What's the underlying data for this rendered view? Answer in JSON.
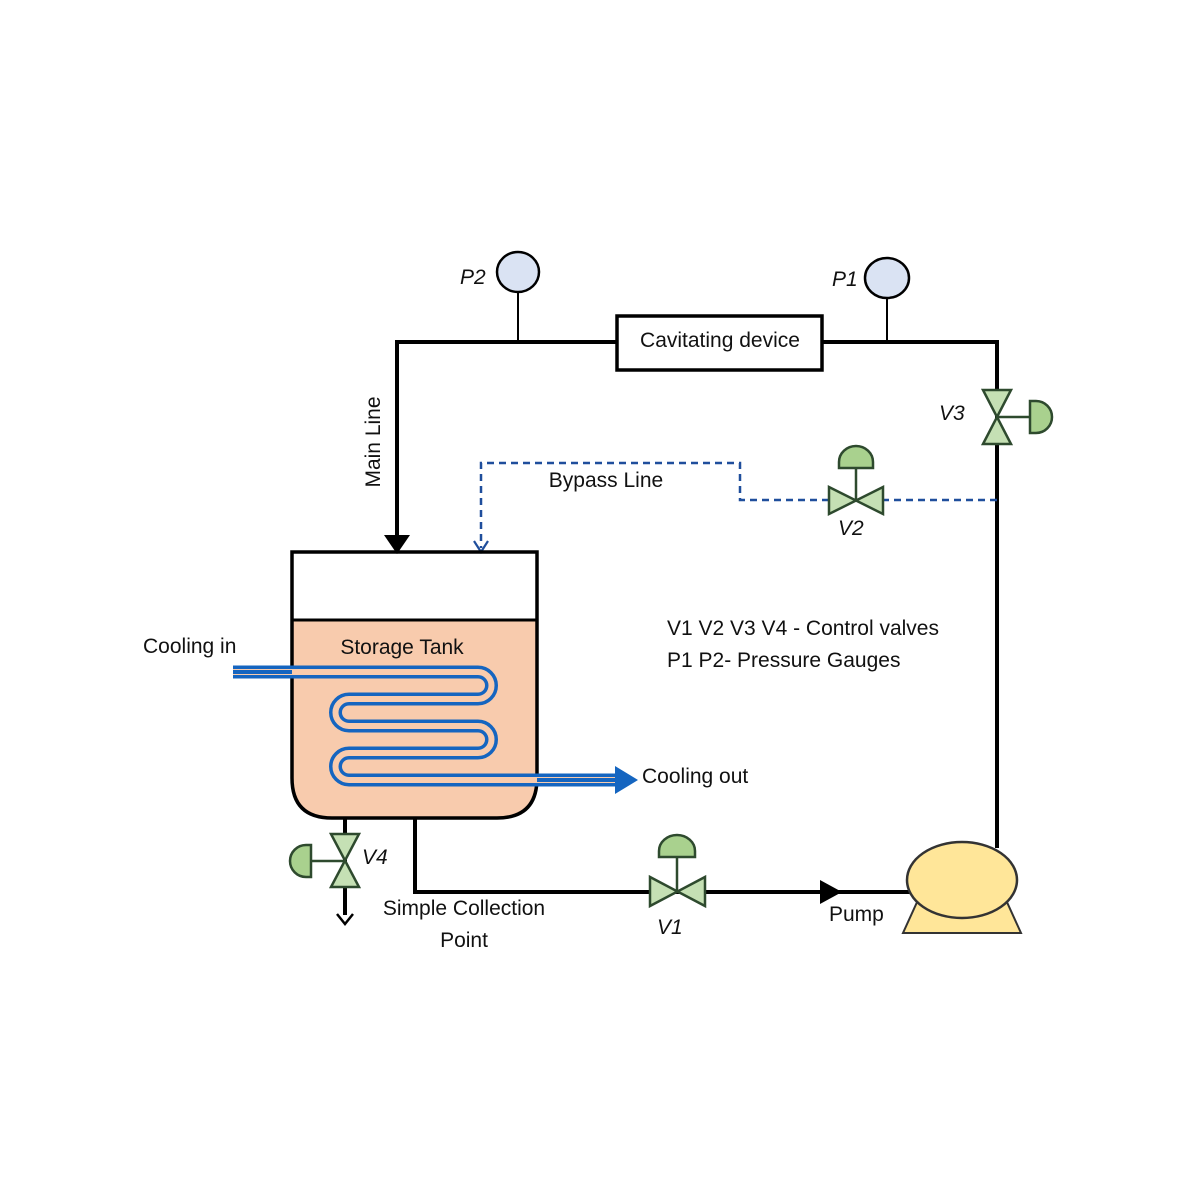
{
  "labels": {
    "cavitating_device": "Cavitating device",
    "main_line": "Main Line",
    "bypass_line": "Bypass Line",
    "storage_tank": "Storage Tank",
    "cooling_in": "Cooling in",
    "cooling_out": "Cooling out",
    "simple_collection_line1": "Simple Collection",
    "simple_collection_line2": "Point",
    "pump": "Pump",
    "legend_valves": "V1 V2 V3 V4 - Control valves",
    "legend_gauges": "P1 P2- Pressure Gauges"
  },
  "gauges": {
    "p1": "P1",
    "p2": "P2"
  },
  "valves": {
    "v1": "V1",
    "v2": "V2",
    "v3": "V3",
    "v4": "V4"
  },
  "colors": {
    "pipe": "#000000",
    "bypass": "#1f4e9c",
    "coil": "#1565c0",
    "tank_liquid": "#f8cbad",
    "valve_body": "#c5e0b4",
    "valve_outline": "#2e4a2e",
    "actuator": "#a9d18e",
    "gauge_fill": "#dae3f3",
    "pump_fill": "#ffe699"
  }
}
